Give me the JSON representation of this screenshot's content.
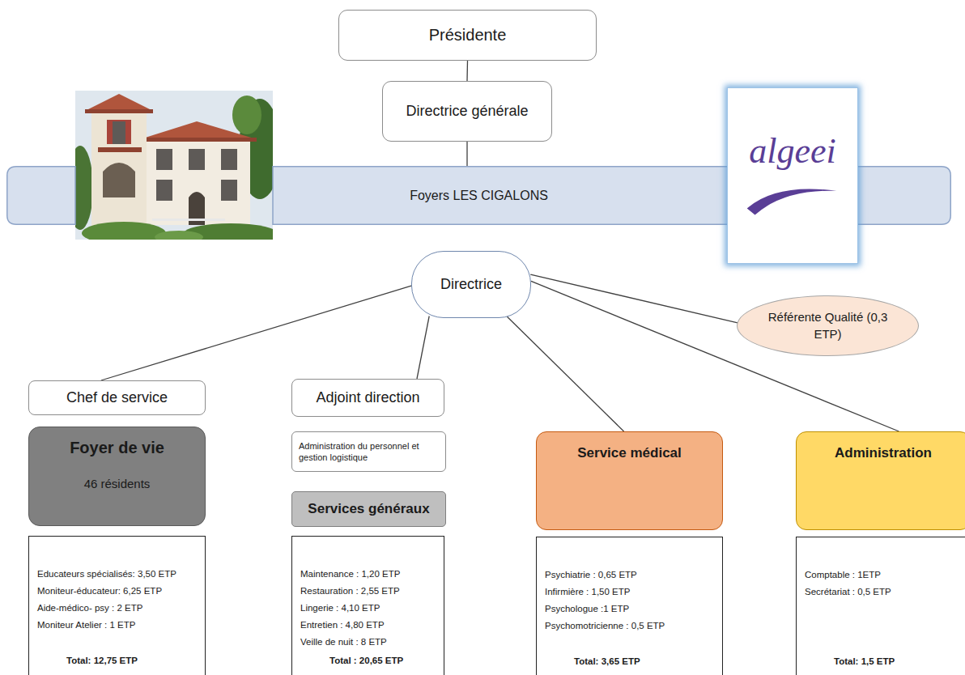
{
  "diagram": {
    "nodes": [
      {
        "text": [
          "Présidente"
        ]
      },
      {
        "text": [
          "Directrice générale"
        ]
      },
      {
        "text": [
          "Foyers LES CIGALONS"
        ]
      },
      {
        "text": [
          "algeei"
        ]
      },
      {
        "text": [
          "Directrice"
        ]
      },
      {
        "text": [
          "Référente Qualité (0,3 ETP)"
        ]
      },
      {
        "text": [
          "Chef de service"
        ]
      },
      {
        "text": [
          "Foyer de vie",
          "46 résidents"
        ]
      },
      {
        "text": [
          "Educateurs spécialisés: 3,50 ETP",
          "Moniteur-éducateur: 6,25 ETP",
          "Aide-médico- psy : 2 ETP",
          "Moniteur Atelier : 1 ETP",
          "Total: 12,75 ETP"
        ]
      },
      {
        "text": [
          "Adjoint direction"
        ]
      },
      {
        "text": [
          "Administration du personnel et gestion logistique"
        ]
      },
      {
        "text": [
          "Services généraux"
        ]
      },
      {
        "text": [
          "Maintenance : 1,20 ETP",
          "Restauration : 2,55 ETP",
          "Lingerie : 4,10 ETP",
          "Entretien : 4,80 ETP",
          "Veille de nuit : 8 ETP",
          "Total : 20,65 ETP"
        ]
      },
      {
        "text": [
          "Service médical"
        ]
      },
      {
        "text": [
          "Psychiatrie : 0,65 ETP",
          "Infirmière : 1,50 ETP",
          "Psychologue :1 ETP",
          "Psychomotricienne : 0,5 ETP",
          "Total: 3,65 ETP"
        ]
      },
      {
        "text": [
          "Administration"
        ]
      },
      {
        "text": [
          "Comptable : 1ETP",
          "Secrétariat : 0,5 ETP",
          "Total: 1,5 ETP"
        ]
      }
    ],
    "edges": [
      {
        "from": 0,
        "to": 1,
        "arrow": "none"
      },
      {
        "from": 1,
        "to": 2,
        "arrow": "none"
      },
      {
        "from": 4,
        "to": 6,
        "arrow": "none"
      },
      {
        "from": 4,
        "to": 9,
        "arrow": "none"
      },
      {
        "from": 4,
        "to": 13,
        "arrow": "none"
      },
      {
        "from": 4,
        "to": 15,
        "arrow": "none"
      },
      {
        "from": 4,
        "to": 5,
        "arrow": "none"
      }
    ]
  }
}
